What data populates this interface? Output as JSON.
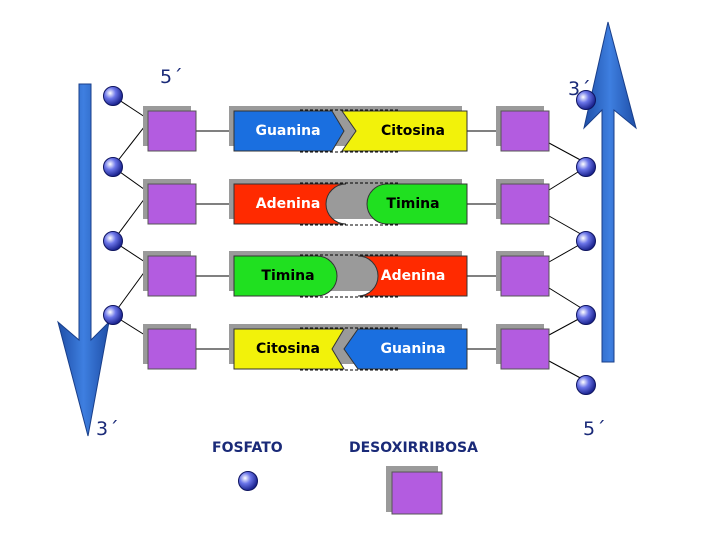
{
  "strand_ends": {
    "left_top": "5´",
    "right_top": "3´",
    "left_bottom": "3´",
    "right_bottom": "5´"
  },
  "colors": {
    "guanina": "#1a6fe0",
    "citosina": "#f2f20a",
    "adenina": "#ff2a00",
    "timina": "#20e020",
    "fosfato": "#2a35b8",
    "desoxirribosa": "#b35ce0",
    "arrow": "#2a67c8"
  },
  "pairs": [
    {
      "left": {
        "name": "Guanina",
        "color": "#1a6fe0",
        "text_color": "#ffffff",
        "shape": "arrow-point"
      },
      "right": {
        "name": "Citosina",
        "color": "#f2f20a",
        "text_color": "#000000",
        "shape": "arrow-notch"
      }
    },
    {
      "left": {
        "name": "Adenina",
        "color": "#ff2a00",
        "text_color": "#ffffff",
        "shape": "round-notch"
      },
      "right": {
        "name": "Timina",
        "color": "#20e020",
        "text_color": "#000000",
        "shape": "round-bump"
      }
    },
    {
      "left": {
        "name": "Timina",
        "color": "#20e020",
        "text_color": "#000000",
        "shape": "round-bump"
      },
      "right": {
        "name": "Adenina",
        "color": "#ff2a00",
        "text_color": "#ffffff",
        "shape": "round-notch"
      }
    },
    {
      "left": {
        "name": "Citosina",
        "color": "#f2f20a",
        "text_color": "#000000",
        "shape": "arrow-notch"
      },
      "right": {
        "name": "Guanina",
        "color": "#1a6fe0",
        "text_color": "#ffffff",
        "shape": "arrow-point"
      }
    }
  ],
  "legend": {
    "fosfato": "FOSFATO",
    "desoxirribosa": "DESOXIRRIBOSA"
  }
}
